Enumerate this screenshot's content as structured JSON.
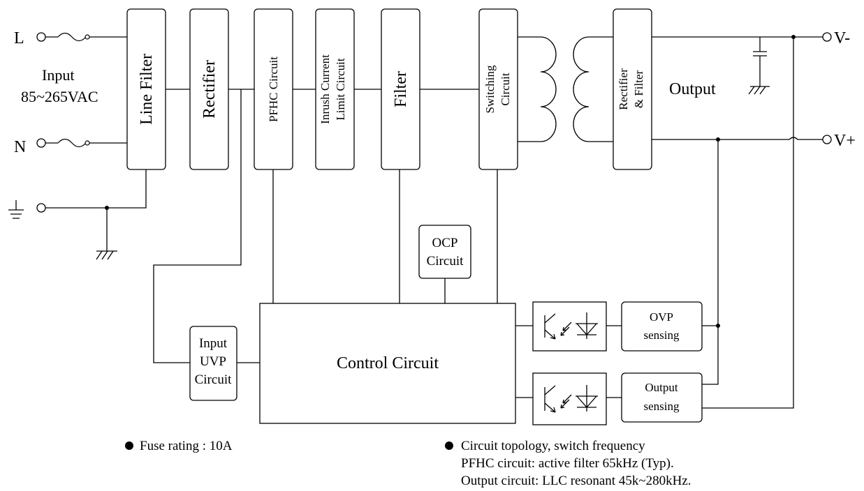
{
  "terminals": {
    "l": "L",
    "n": "N",
    "v_minus": "V-",
    "v_plus": "V+"
  },
  "input_label": {
    "line1": "Input",
    "line2": "85~265VAC"
  },
  "blocks": {
    "line_filter": "Line Filter",
    "rectifier": "Rectifier",
    "pfhc": "PFHC Circuit",
    "inrush_line1": "Inrush Current",
    "inrush_line2": "Limit Circuit",
    "filter": "Filter",
    "switching_line1": "Switching",
    "switching_line2": "Circuit",
    "rect_filter_line1": "Rectifier",
    "rect_filter_line2": "& Filter",
    "output": "Output",
    "ocp_line1": "OCP",
    "ocp_line2": "Circuit",
    "control": "Control Circuit",
    "uvp_line1": "Input",
    "uvp_line2": "UVP",
    "uvp_line3": "Circuit",
    "ovp_line1": "OVP",
    "ovp_line2": "sensing",
    "outsense_line1": "Output",
    "outsense_line2": "sensing"
  },
  "notes": {
    "fuse": "Fuse rating : 10A",
    "topology_title": "Circuit topology, switch frequency",
    "topology_pfhc": "PFHC circuit: active filter 65kHz (Typ).",
    "topology_output": "Output circuit: LLC resonant 45k~280kHz."
  }
}
